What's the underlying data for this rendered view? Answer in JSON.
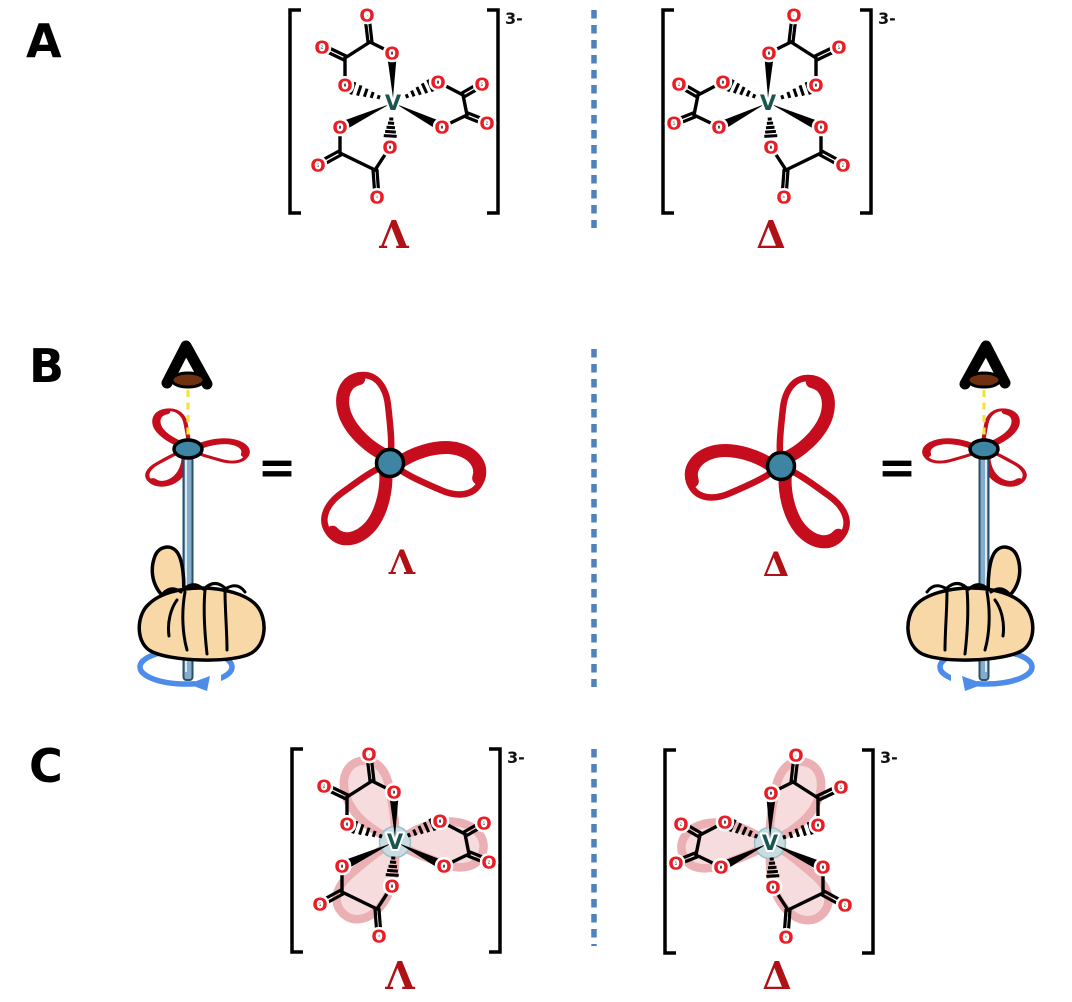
{
  "panels": {
    "a": {
      "label": "A",
      "left_isomer": "Λ",
      "right_isomer": "Δ",
      "charge": "3-"
    },
    "b": {
      "label": "B",
      "equals": "=",
      "left_isomer": "Λ",
      "right_isomer": "Δ"
    },
    "c": {
      "label": "C",
      "left_isomer": "Λ",
      "right_isomer": "Δ",
      "charge": "3-"
    }
  },
  "molecule": {
    "metal": "V",
    "oxygen": "O"
  },
  "icons": {
    "eye": "eye-icon",
    "sight_line": "sight-line-icon",
    "pinwheel": "pinwheel-icon",
    "hand": "hand-thumb-up-icon",
    "rotation_arrow": "rotation-arrow-icon",
    "propeller": "propeller-icon"
  },
  "colors": {
    "oxygen_red": "#ec1c24",
    "vanadium_teal": "#19564f",
    "bond_black": "#000000",
    "isomer_label_red": "#b01117",
    "propeller_red": "#c50d1d",
    "hub_teal": "#3d85a3",
    "pink_highlight": "#f6d9d9",
    "pale_blue_center": "#c9dce2",
    "divider_blue": "#4f81bd",
    "skin": "#f8d8a6",
    "stick_blue": "#85adcb",
    "rotation_arrow_blue": "#4e8cea",
    "sight_line_yellow": "#f7e23d",
    "eye_iris_brown": "#6f3110"
  }
}
